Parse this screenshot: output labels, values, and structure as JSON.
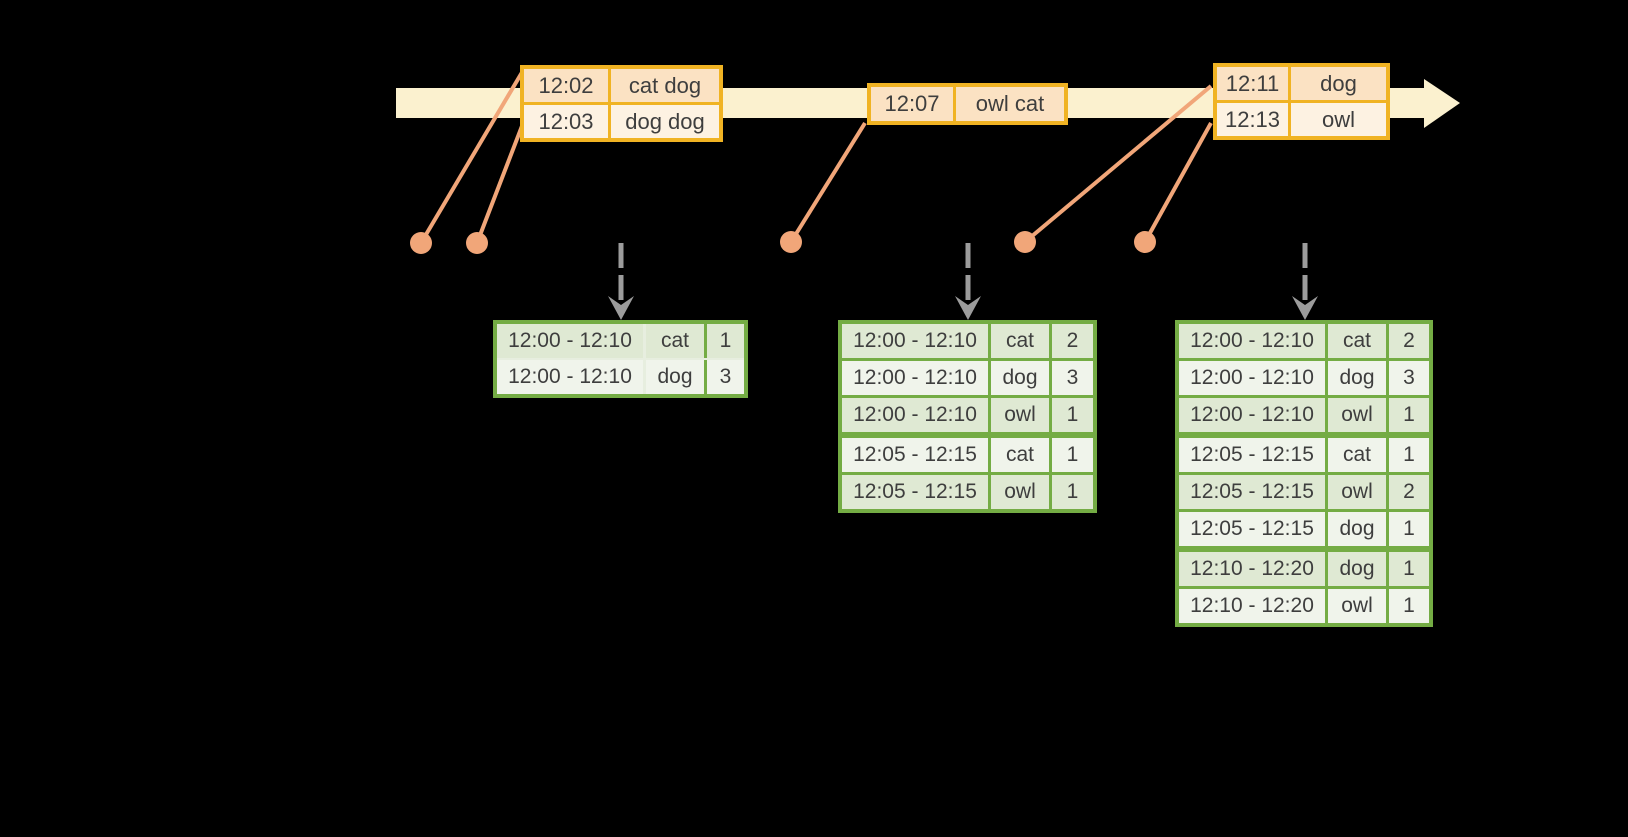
{
  "diagram_title": "windowed-grouped-aggregation-stream",
  "colors": {
    "background": "#000000",
    "timeline_band": "#FBF1CF",
    "event_table_border": "#F0B323",
    "event_row_peach": "#FBE2C3",
    "event_row_cream": "#FDF2E2",
    "connector": "#F1A679",
    "result_table_border": "#74AC44",
    "result_row_tint": "#DFE9D3",
    "result_row_light": "#F0F4EB",
    "trigger_arrow_gray": "#9C9C9C",
    "text": "#3E3E3E"
  },
  "icons": {
    "timeline_arrow": "right-arrow-band",
    "event_dot": "filled-circle",
    "trigger_arrow": "dashed-down-arrow"
  },
  "timeline": {
    "events": [
      {
        "rows": [
          {
            "time": "12:02",
            "words": "cat dog"
          },
          {
            "time": "12:03",
            "words": "dog dog"
          }
        ]
      },
      {
        "rows": [
          {
            "time": "12:07",
            "words": "owl cat"
          }
        ]
      },
      {
        "rows": [
          {
            "time": "12:11",
            "words": "dog"
          },
          {
            "time": "12:13",
            "words": "owl"
          }
        ]
      }
    ]
  },
  "result_tables": [
    {
      "rows": [
        {
          "window": "12:00 - 12:10",
          "word": "cat",
          "count": "1"
        },
        {
          "window": "12:00 - 12:10",
          "word": "dog",
          "count": "3"
        }
      ]
    },
    {
      "rows": [
        {
          "window": "12:00 - 12:10",
          "word": "cat",
          "count": "2"
        },
        {
          "window": "12:00 - 12:10",
          "word": "dog",
          "count": "3"
        },
        {
          "window": "12:00 - 12:10",
          "word": "owl",
          "count": "1"
        },
        {
          "window": "12:05 - 12:15",
          "word": "cat",
          "count": "1"
        },
        {
          "window": "12:05 - 12:15",
          "word": "owl",
          "count": "1"
        }
      ]
    },
    {
      "rows": [
        {
          "window": "12:00 - 12:10",
          "word": "cat",
          "count": "2"
        },
        {
          "window": "12:00 - 12:10",
          "word": "dog",
          "count": "3"
        },
        {
          "window": "12:00 - 12:10",
          "word": "owl",
          "count": "1"
        },
        {
          "window": "12:05 - 12:15",
          "word": "cat",
          "count": "1"
        },
        {
          "window": "12:05 - 12:15",
          "word": "owl",
          "count": "2"
        },
        {
          "window": "12:05 - 12:15",
          "word": "dog",
          "count": "1"
        },
        {
          "window": "12:10 - 12:20",
          "word": "dog",
          "count": "1"
        },
        {
          "window": "12:10 - 12:20",
          "word": "owl",
          "count": "1"
        }
      ]
    }
  ]
}
